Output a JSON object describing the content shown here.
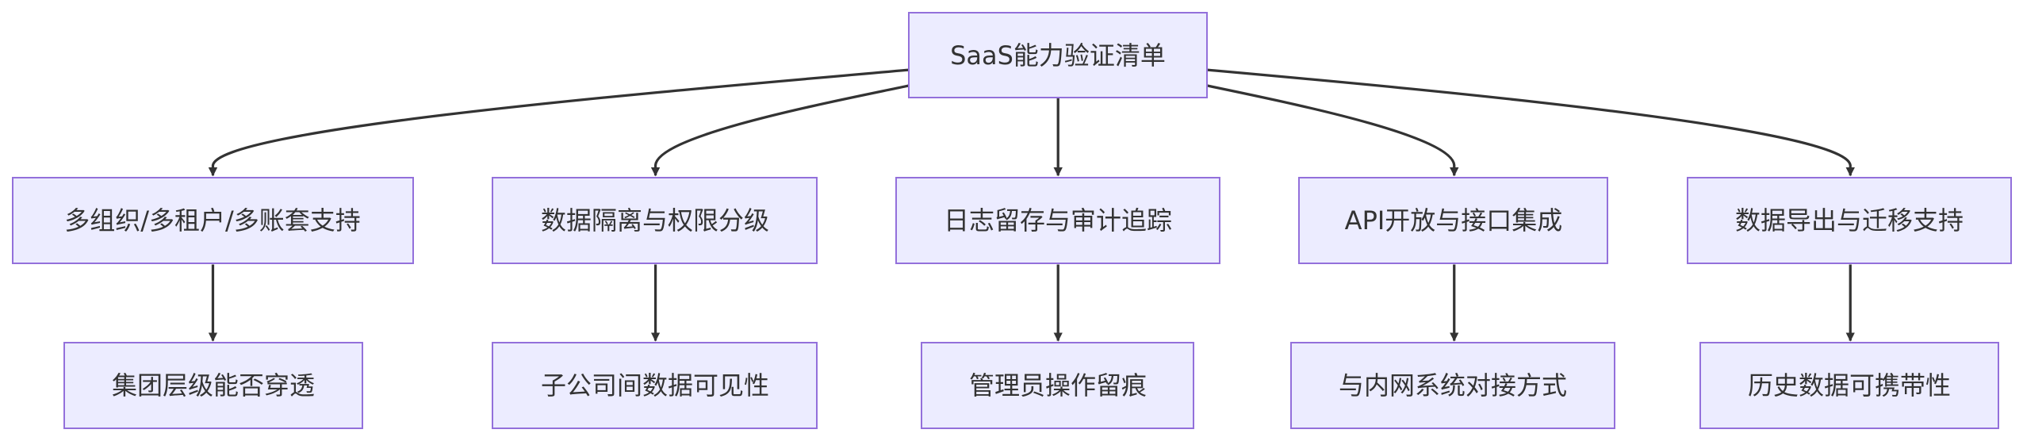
{
  "diagram": {
    "root": {
      "label": "SaaS能力验证清单"
    },
    "branches": [
      {
        "label": "多组织/多租户/多账套支持",
        "child": "集团层级能否穿透"
      },
      {
        "label": "数据隔离与权限分级",
        "child": "子公司间数据可见性"
      },
      {
        "label": "日志留存与审计追踪",
        "child": "管理员操作留痕"
      },
      {
        "label": "API开放与接口集成",
        "child": "与内网系统对接方式"
      },
      {
        "label": "数据导出与迁移支持",
        "child": "历史数据可携带性"
      }
    ]
  },
  "colors": {
    "node_fill": "#ececff",
    "node_border": "#9370db",
    "edge": "#333333",
    "text": "#333333"
  }
}
